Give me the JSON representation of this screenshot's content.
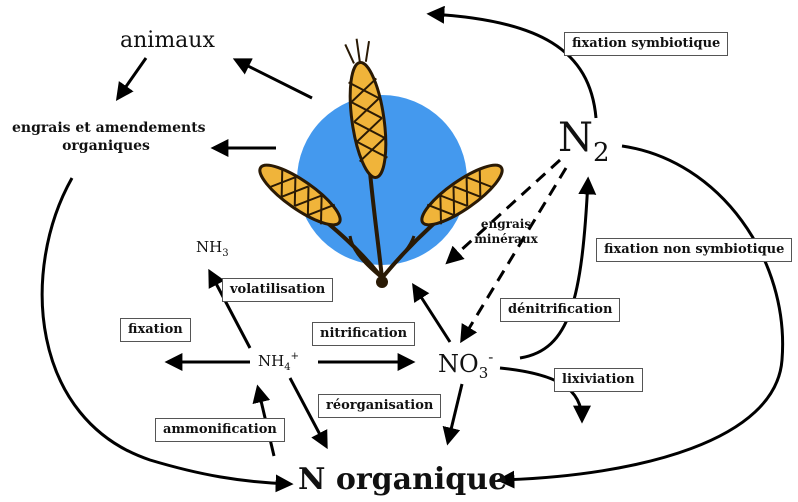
{
  "nodes": {
    "animaux": "animaux",
    "engrais_org_line1": "engrais et amendements",
    "engrais_org_line2": "organiques",
    "n2_main": "N",
    "n2_sub": "2",
    "nh3_main": "NH",
    "nh3_sub": "3",
    "nh4_main": "NH",
    "nh4_sub": "4",
    "nh4_sup": "+",
    "no3_main": "NO",
    "no3_sub": "3",
    "no3_sup": "-",
    "n_organique": "N organique",
    "engrais_min_line1": "engrais",
    "engrais_min_line2": "minéraux"
  },
  "processes": {
    "fixation_symbiotique": "fixation symbiotique",
    "fixation_non_symbiotique": "fixation non symbiotique",
    "denitrification": "dénitrification",
    "lixiviation": "lixiviation",
    "volatilisation": "volatilisation",
    "fixation": "fixation",
    "nitrification": "nitrification",
    "reorganisation": "réorganisation",
    "ammonification": "ammonification"
  },
  "colors": {
    "sun_blue": "#4499ee",
    "wheat_gold": "#f0b43a",
    "wheat_dark": "#2a1a05",
    "arrow": "#000000"
  },
  "icons": {
    "plant": "wheat-icon"
  }
}
